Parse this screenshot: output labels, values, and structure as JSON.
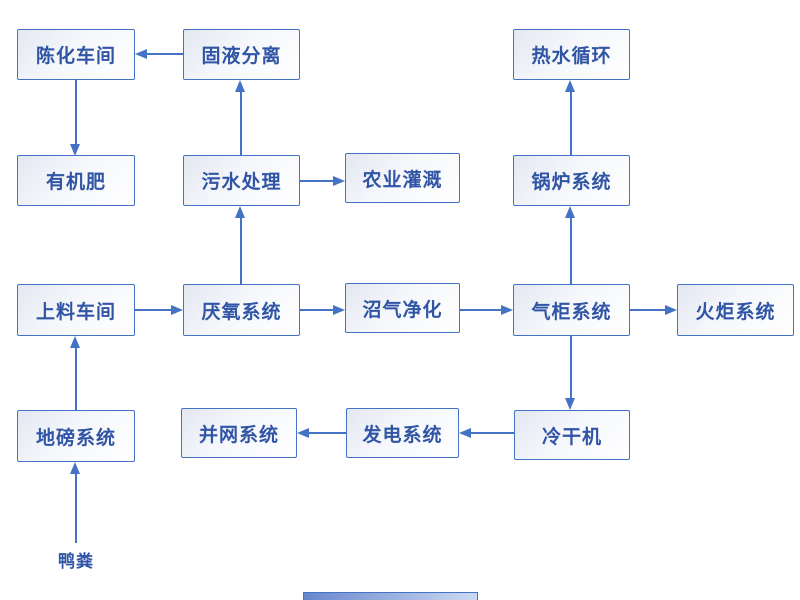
{
  "diagram": {
    "type": "flowchart",
    "description": "biogas-plant-process-flow",
    "colors": {
      "accent": "#4472C4",
      "text": "#3055A5",
      "box_fill_start": "#E3E7F1",
      "box_fill_end": "#FFFFFF",
      "background": "#FFFFFF"
    },
    "nodes": [
      {
        "id": "aging-workshop",
        "label": "陈化车间"
      },
      {
        "id": "solid-liquid-separation",
        "label": "固液分离"
      },
      {
        "id": "hot-water-circulation",
        "label": "热水循环"
      },
      {
        "id": "organic-fertilizer",
        "label": "有机肥"
      },
      {
        "id": "sewage-treatment",
        "label": "污水处理"
      },
      {
        "id": "agricultural-irrigation",
        "label": "农业灌溉"
      },
      {
        "id": "boiler-system",
        "label": "锅炉系统"
      },
      {
        "id": "feeding-workshop",
        "label": "上料车间"
      },
      {
        "id": "anaerobic-system",
        "label": "厌氧系统"
      },
      {
        "id": "biogas-purification",
        "label": "沼气净化"
      },
      {
        "id": "gas-holder-system",
        "label": "气柜系统"
      },
      {
        "id": "flare-system",
        "label": "火炬系统"
      },
      {
        "id": "weighbridge-system",
        "label": "地磅系统"
      },
      {
        "id": "grid-connection-system",
        "label": "并网系统"
      },
      {
        "id": "power-generation-system",
        "label": "发电系统"
      },
      {
        "id": "cold-dryer",
        "label": "冷干机"
      }
    ],
    "source_label": "鸭粪",
    "edges": [
      {
        "from": "solid-liquid-separation",
        "to": "aging-workshop"
      },
      {
        "from": "aging-workshop",
        "to": "organic-fertilizer"
      },
      {
        "from": "sewage-treatment",
        "to": "solid-liquid-separation"
      },
      {
        "from": "sewage-treatment",
        "to": "agricultural-irrigation"
      },
      {
        "from": "anaerobic-system",
        "to": "sewage-treatment"
      },
      {
        "from": "boiler-system",
        "to": "hot-water-circulation"
      },
      {
        "from": "gas-holder-system",
        "to": "boiler-system"
      },
      {
        "from": "feeding-workshop",
        "to": "anaerobic-system"
      },
      {
        "from": "anaerobic-system",
        "to": "biogas-purification"
      },
      {
        "from": "biogas-purification",
        "to": "gas-holder-system"
      },
      {
        "from": "gas-holder-system",
        "to": "flare-system"
      },
      {
        "from": "gas-holder-system",
        "to": "cold-dryer"
      },
      {
        "from": "cold-dryer",
        "to": "power-generation-system"
      },
      {
        "from": "power-generation-system",
        "to": "grid-connection-system"
      },
      {
        "from": "weighbridge-system",
        "to": "feeding-workshop"
      },
      {
        "from": "duck-manure",
        "to": "weighbridge-system"
      }
    ]
  }
}
